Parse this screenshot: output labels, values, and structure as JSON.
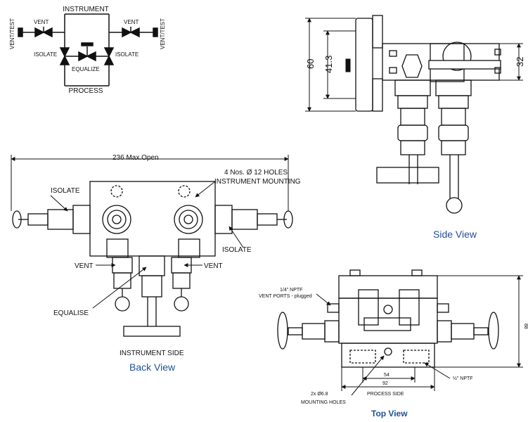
{
  "schematic": {
    "instrument": "INSTRUMENT",
    "process": "PROCESS",
    "vent_left": "VENT",
    "vent_right": "VENT",
    "vent_test_left": "VENT/TEST",
    "vent_test_right": "VENT/TEST",
    "isolate_left": "ISOLATE",
    "isolate_right": "ISOLATE",
    "equalize": "EQUALIZE"
  },
  "side_view": {
    "caption": "Side View",
    "dim_60": "60",
    "dim_41_3": "41.3",
    "dim_32": "32"
  },
  "back_view": {
    "caption": "Back View",
    "max_open": "236 Max.Open",
    "holes_line1": "4 Nos. Ø 12 HOLES",
    "holes_line2": "INSTRUMENT MOUNTING",
    "isolate_left": "ISOLATE",
    "isolate_right": "ISOLATE",
    "vent_left": "VENT",
    "vent_right": "VENT",
    "equalise": "EQUALISE",
    "instrument_side": "INSTRUMENT SIDE"
  },
  "top_view": {
    "caption": "Top View",
    "vent_ports_line1": "1/4\" NPTF",
    "vent_ports_line2": "VENT PORTS - plugged",
    "dim_88": "88",
    "dim_54": "54",
    "dim_92": "92",
    "half_nptf": "½\" NPTF",
    "holes_line1": "2x Ø6.8",
    "holes_line2": "MOUNTING HOLES",
    "process_side": "PROCESS SIDE"
  }
}
